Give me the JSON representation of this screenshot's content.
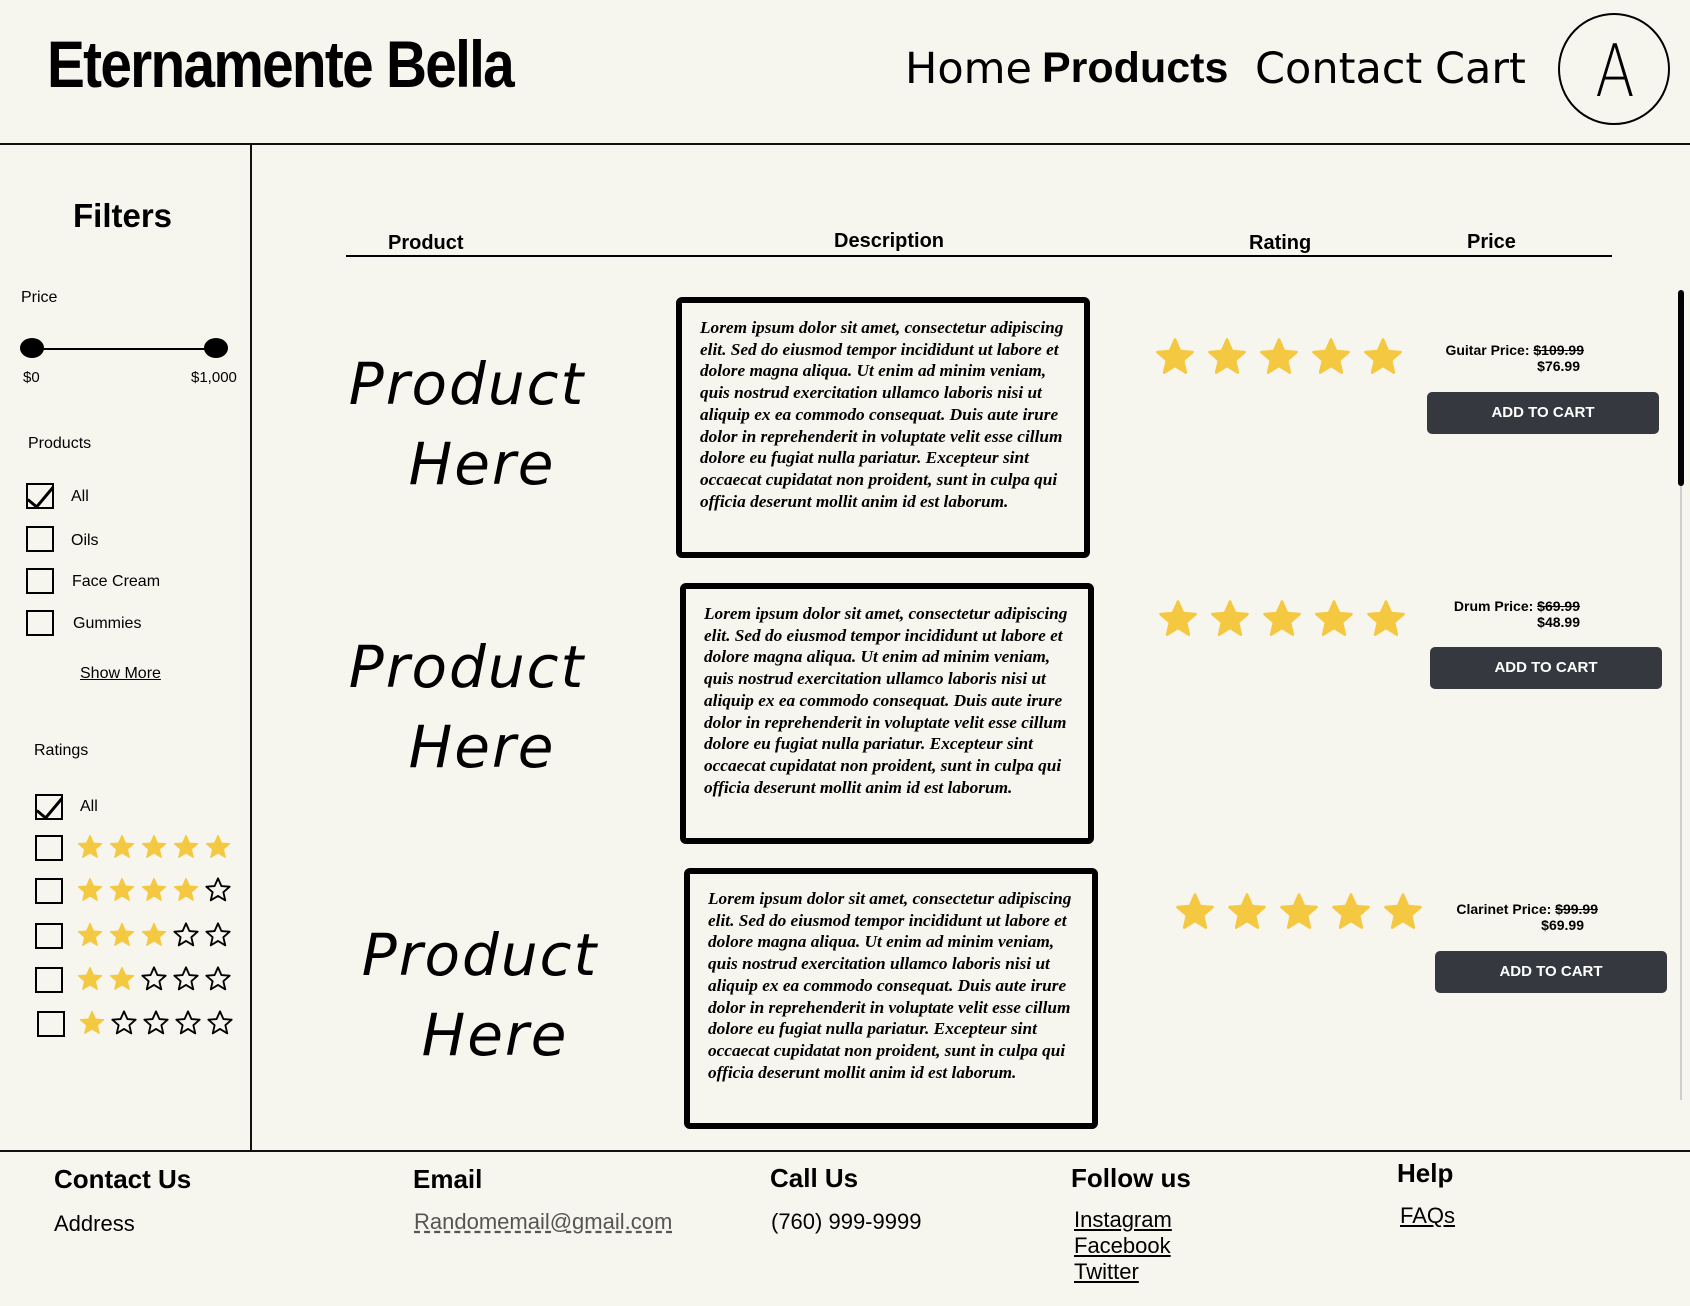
{
  "brand": "Eternamente Bella",
  "nav": {
    "items": [
      "Home",
      "Products",
      "Contact",
      "Cart"
    ],
    "active": "Products"
  },
  "avatar_letter": "A",
  "sidebar": {
    "title": "Filters",
    "price_label": "Price",
    "price_min": "$0",
    "price_max": "$1,000",
    "products_label": "Products",
    "product_options": [
      {
        "label": "All",
        "checked": true
      },
      {
        "label": "Oils",
        "checked": false
      },
      {
        "label": "Face Cream",
        "checked": false
      },
      {
        "label": "Gummies",
        "checked": false
      }
    ],
    "show_more": "Show More",
    "ratings_label": "Ratings",
    "ratings_all": "All",
    "rating_options": [
      5,
      4,
      3,
      2,
      1
    ]
  },
  "table": {
    "headers": {
      "product": "Product",
      "description": "Description",
      "rating": "Rating",
      "price": "Price"
    }
  },
  "products": [
    {
      "image_text": "Product Here",
      "description": "Lorem ipsum dolor sit amet, consectetur adipiscing elit. Sed do eiusmod tempor incididunt ut labore et dolore magna aliqua. Ut enim ad minim veniam, quis nostrud exercitation ullamco laboris nisi ut aliquip ex ea commodo consequat. Duis aute irure dolor in reprehenderit in voluptate velit esse cillum dolore eu fugiat nulla pariatur. Excepteur sint occaecat cupidatat non proident, sunt in culpa qui officia deserunt mollit anim id est laborum.",
      "rating": 5,
      "price_label": "Guitar Price:",
      "old_price": "$109.99",
      "new_price": "$76.99",
      "button": "ADD TO CART"
    },
    {
      "image_text": "Product Here",
      "description": "Lorem ipsum dolor sit amet, consectetur adipiscing elit. Sed do eiusmod tempor incididunt ut labore et dolore magna aliqua. Ut enim ad minim veniam, quis nostrud exercitation ullamco laboris nisi ut aliquip ex ea commodo consequat. Duis aute irure dolor in reprehenderit in voluptate velit esse cillum dolore eu fugiat nulla pariatur. Excepteur sint occaecat cupidatat non proident, sunt in culpa qui officia deserunt mollit anim id est laborum.",
      "rating": 5,
      "price_label": "Drum Price:",
      "old_price": "$69.99",
      "new_price": "$48.99",
      "button": "ADD TO CART"
    },
    {
      "image_text": "Product Here",
      "description": "Lorem ipsum dolor sit amet, consectetur adipiscing elit. Sed do eiusmod tempor incididunt ut labore et dolore magna aliqua. Ut enim ad minim veniam, quis nostrud exercitation ullamco laboris nisi ut aliquip ex ea commodo consequat. Duis aute irure dolor in reprehenderit in voluptate velit esse cillum dolore eu fugiat nulla pariatur. Excepteur sint occaecat cupidatat non proident, sunt in culpa qui officia deserunt mollit anim id est laborum.",
      "rating": 5,
      "price_label": "Clarinet Price:",
      "old_price": "$99.99",
      "new_price": "$69.99",
      "button": "ADD TO CART"
    }
  ],
  "footer": {
    "contact": {
      "heading": "Contact Us",
      "text": "Address"
    },
    "email": {
      "heading": "Email",
      "text": "Randomemail@gmail.com"
    },
    "call": {
      "heading": "Call Us",
      "text": "(760) 999-9999"
    },
    "follow": {
      "heading": "Follow us",
      "links": [
        "Instagram",
        "Facebook",
        "Twitter"
      ]
    },
    "help": {
      "heading": "Help",
      "links": [
        "FAQs"
      ]
    }
  },
  "colors": {
    "background": "#f7f6ee",
    "star": "#f5c842",
    "button": "#363840"
  }
}
